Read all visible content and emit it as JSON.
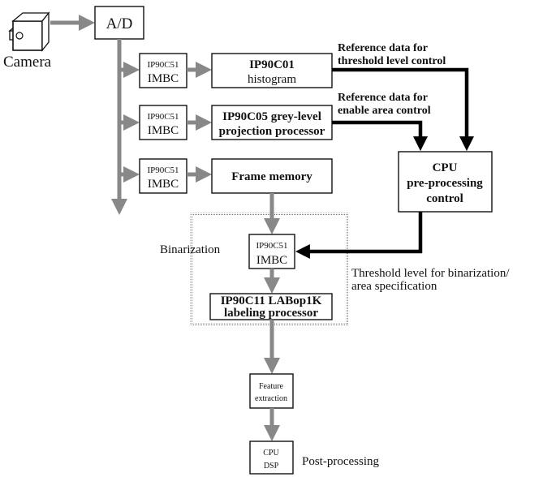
{
  "camera": {
    "label": "Camera"
  },
  "ad": {
    "label": "A/D"
  },
  "imbc": {
    "line1": "IP90C51",
    "line2": "IMBC"
  },
  "histogram": {
    "line1": "IP90C01",
    "line2": "histogram"
  },
  "projection": {
    "line1": "IP90C05 grey-level",
    "line2": "projection processor"
  },
  "frame_memory": {
    "label": "Frame memory"
  },
  "cpu_pre": {
    "line1": "CPU",
    "line2": "pre-processing",
    "line3": "control"
  },
  "ref_threshold": {
    "line1": "Reference data for",
    "line2": "threshold level control"
  },
  "ref_enable": {
    "line1": "Reference data for",
    "line2": "enable area control"
  },
  "binarization": {
    "label": "Binarization"
  },
  "threshold_label": {
    "line1": "Threshold level for binarization/",
    "line2": "area specification"
  },
  "labop": {
    "line1": "IP90C11 LABop1K",
    "line2": "labeling processor"
  },
  "feature": {
    "line1": "Feature",
    "line2": "extraction"
  },
  "cpu_post": {
    "line1": "CPU",
    "line2": "DSP"
  },
  "post": {
    "label": "Post-processing"
  }
}
